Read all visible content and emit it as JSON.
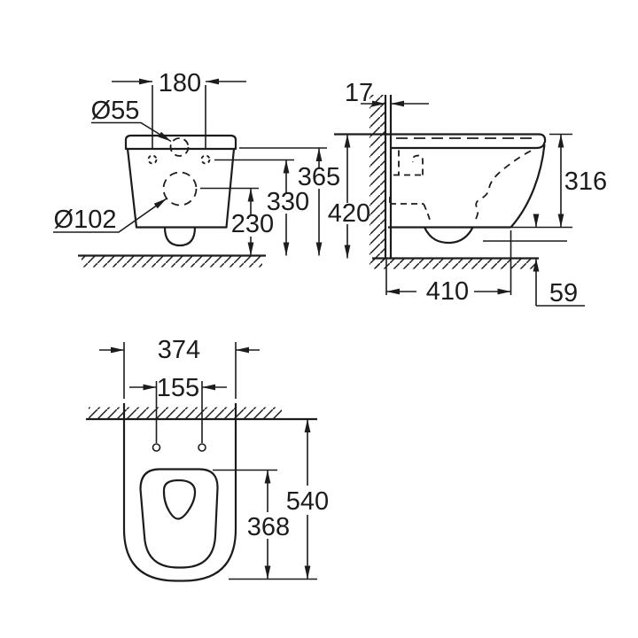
{
  "drawing": {
    "product": "wall-hung-wc-dimension-drawing",
    "colors": {
      "line": "#1c1c1c",
      "background": "#ffffff"
    },
    "front": {
      "hole_spacing": "180",
      "small_hole_diameter": "Ø55",
      "outlet_diameter": "Ø102",
      "outlet_center_height": "230",
      "hole_height": "330",
      "seam_height": "365"
    },
    "side": {
      "wall_gap": "17",
      "total_height": "420",
      "body_height": "316",
      "depth": "410",
      "bottom_clearance": "59"
    },
    "plan": {
      "outer_width": "374",
      "hole_spacing": "155",
      "total_depth": "540",
      "rim_depth": "368"
    }
  }
}
